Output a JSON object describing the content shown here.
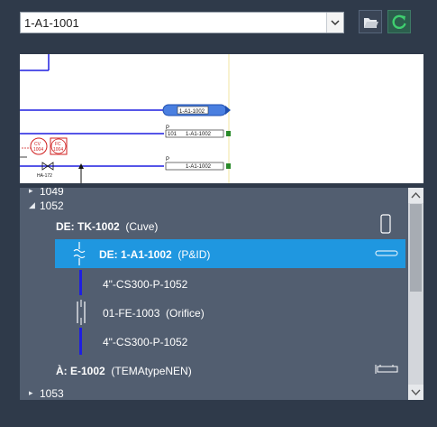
{
  "toolbar": {
    "dropdown_value": "1-A1-1001",
    "open_icon": "folder-open-icon",
    "refresh_icon": "refresh-icon"
  },
  "preview": {
    "labels": {
      "valve_tag": "HA-172",
      "ref1_a": "1-A1-1002",
      "ref1_b": "1-A1-1002",
      "ref1_c": "1-A1-1002",
      "p_label1": "P",
      "p_label2": "P",
      "p_num1": "101",
      "cv_label": "CV",
      "cv_num": "1004",
      "fc_label": "FC",
      "fc_num": "1004"
    }
  },
  "tree": {
    "rows": {
      "top_partial": "1049",
      "r1052": "1052",
      "tank_prefix": "DE: TK-1002",
      "tank_suffix": "(Cuve)",
      "pid_prefix": "DE: 1-A1-1002",
      "pid_suffix": "(P&ID)",
      "pipe1": "4\"-CS300-P-1052",
      "orifice_prefix": "01-FE-1003",
      "orifice_suffix": "(Orifice)",
      "pipe2": "4\"-CS300-P-1052",
      "exch_prefix": "À: E-1002",
      "exch_suffix": "(TEMAtypeNEN)",
      "r1053": "1053"
    }
  },
  "colors": {
    "background": "#2f3a4a",
    "tree_bg": "#525e70",
    "selection": "#1f97e0",
    "pipe_blue": "#1f1fe0",
    "refresh_green": "#3fcf6f"
  }
}
